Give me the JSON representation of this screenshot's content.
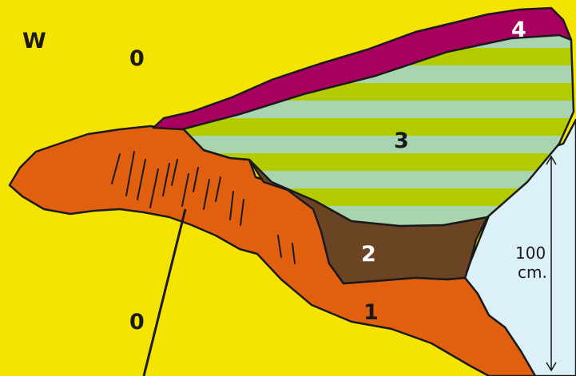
{
  "diagram": {
    "direction_label": "W",
    "labels": {
      "zero_top": "0",
      "zero_bottom": "0",
      "layer_1": "1",
      "layer_2": "2",
      "layer_3": "3",
      "layer_4": "4"
    },
    "scale": {
      "value": "100",
      "unit": "cm."
    }
  },
  "colors": {
    "background": "#f5e400",
    "layer_1": "#e06010",
    "layer_2": "#6b4424",
    "layer_3_stripe_a": "#b3cc00",
    "layer_3_stripe_b": "#a8d4b0",
    "layer_4": "#a8005e",
    "right_zone": "#dcf0f8",
    "outline": "#1a1a1a",
    "label_light": "#ffffff",
    "label_dark": "#1a1a1a"
  },
  "icons": {
    "scale_bar": "double-arrow-vertical-icon"
  }
}
